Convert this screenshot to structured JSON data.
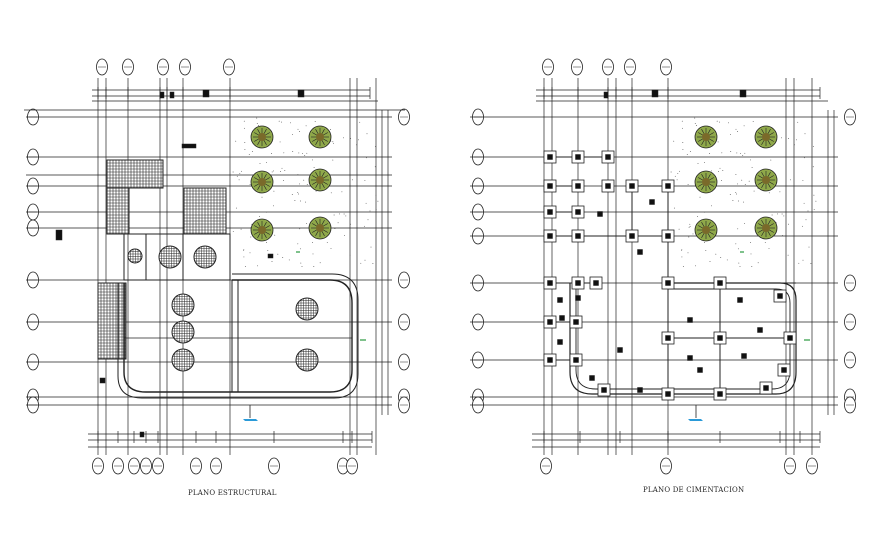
{
  "drawings": [
    {
      "id": "left",
      "title": "PLANO ESTRUCTURAL"
    },
    {
      "id": "right",
      "title": "PLANO DE CIMENTACION"
    }
  ],
  "colors": {
    "line": "#222222",
    "tree_fill": "#7a6a2a",
    "tree_leaf": "#8fa84a",
    "marker": "#2a9ad8",
    "hatch": "#111111"
  }
}
